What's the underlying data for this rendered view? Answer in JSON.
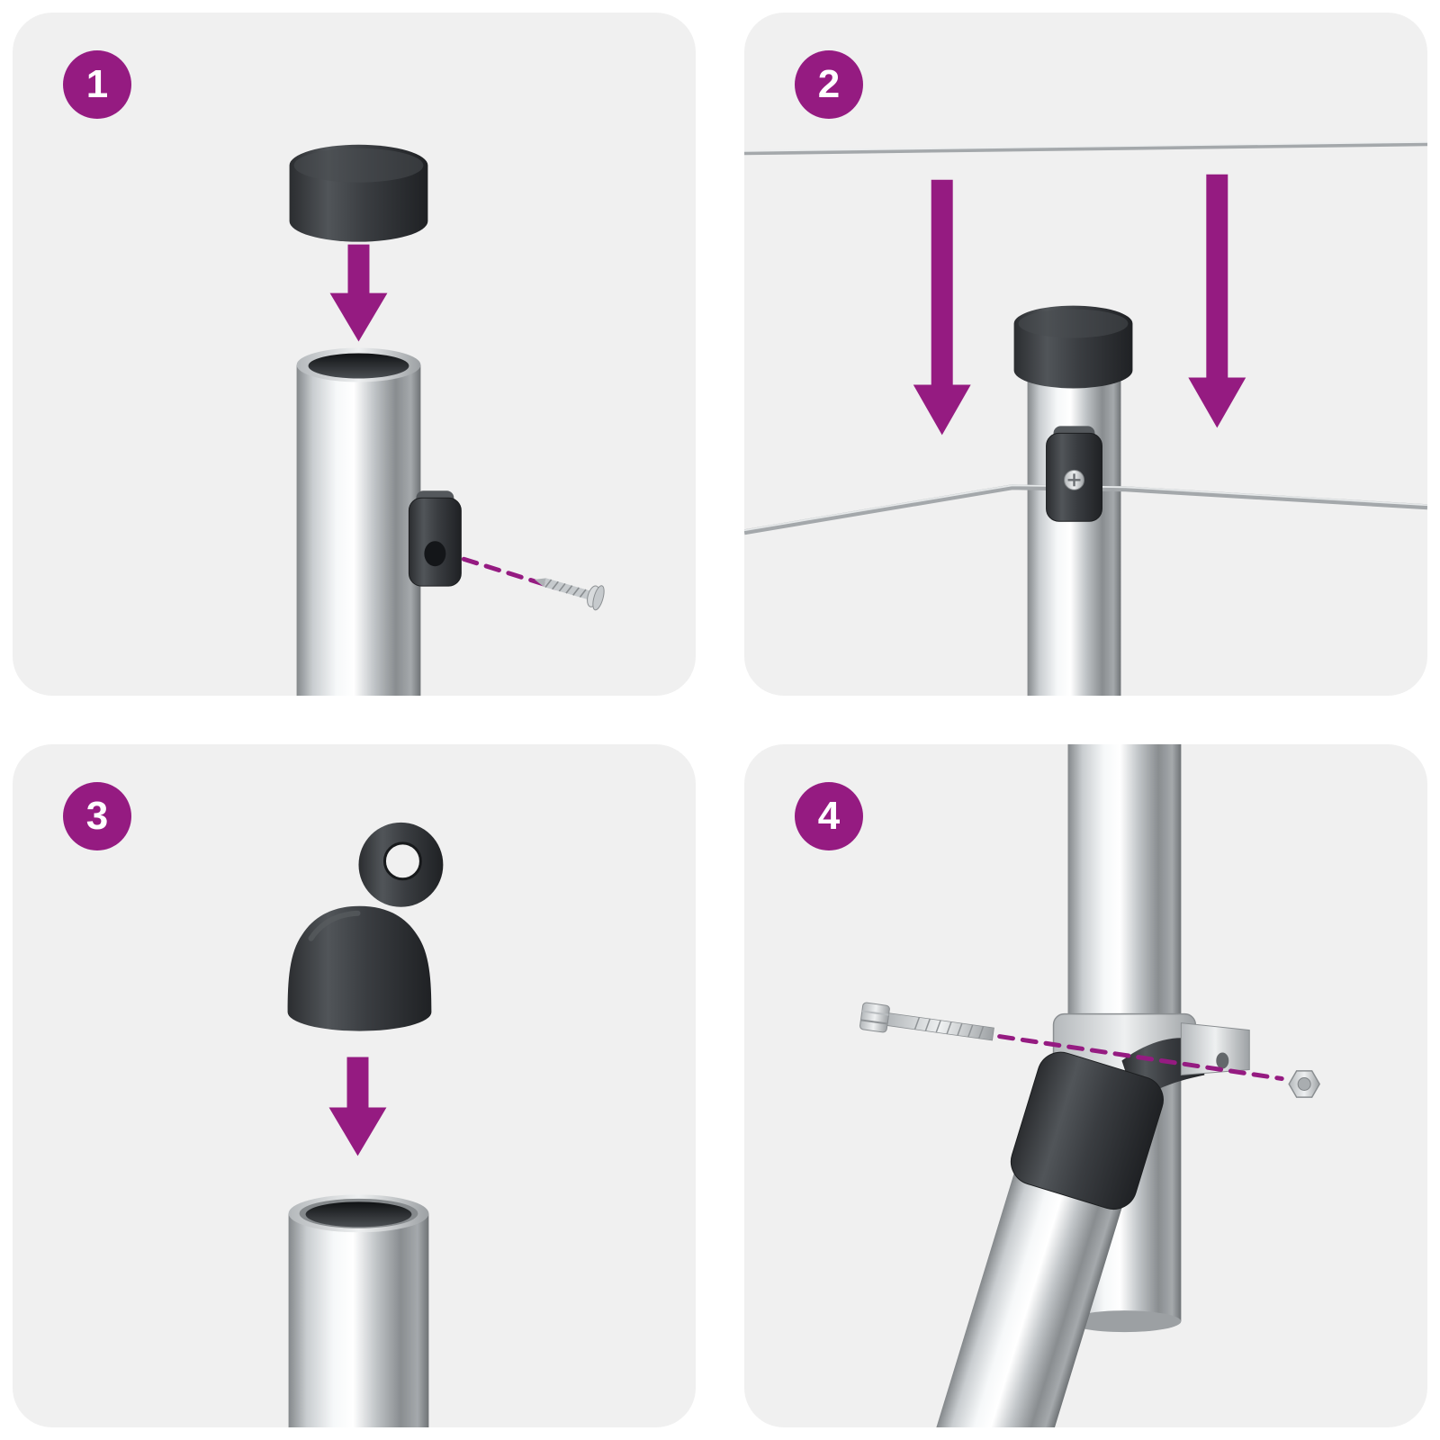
{
  "figure": {
    "steps": [
      {
        "number": "1"
      },
      {
        "number": "2"
      },
      {
        "number": "3"
      },
      {
        "number": "4"
      }
    ]
  },
  "icons": {
    "arrow_down": "arrow-down-icon",
    "dashed_guide": "dashed-guide-line"
  },
  "colors": {
    "canvas_bg": "#ffffff",
    "panel_bg": "#f0f0f0",
    "accent_purple": "#951b81",
    "badge_text": "#ffffff",
    "hardware_dark": "#3a3d41",
    "metal_light": "#f6f8f9",
    "metal_shadow": "#75797c",
    "wire_gray": "#a4a8ab"
  }
}
